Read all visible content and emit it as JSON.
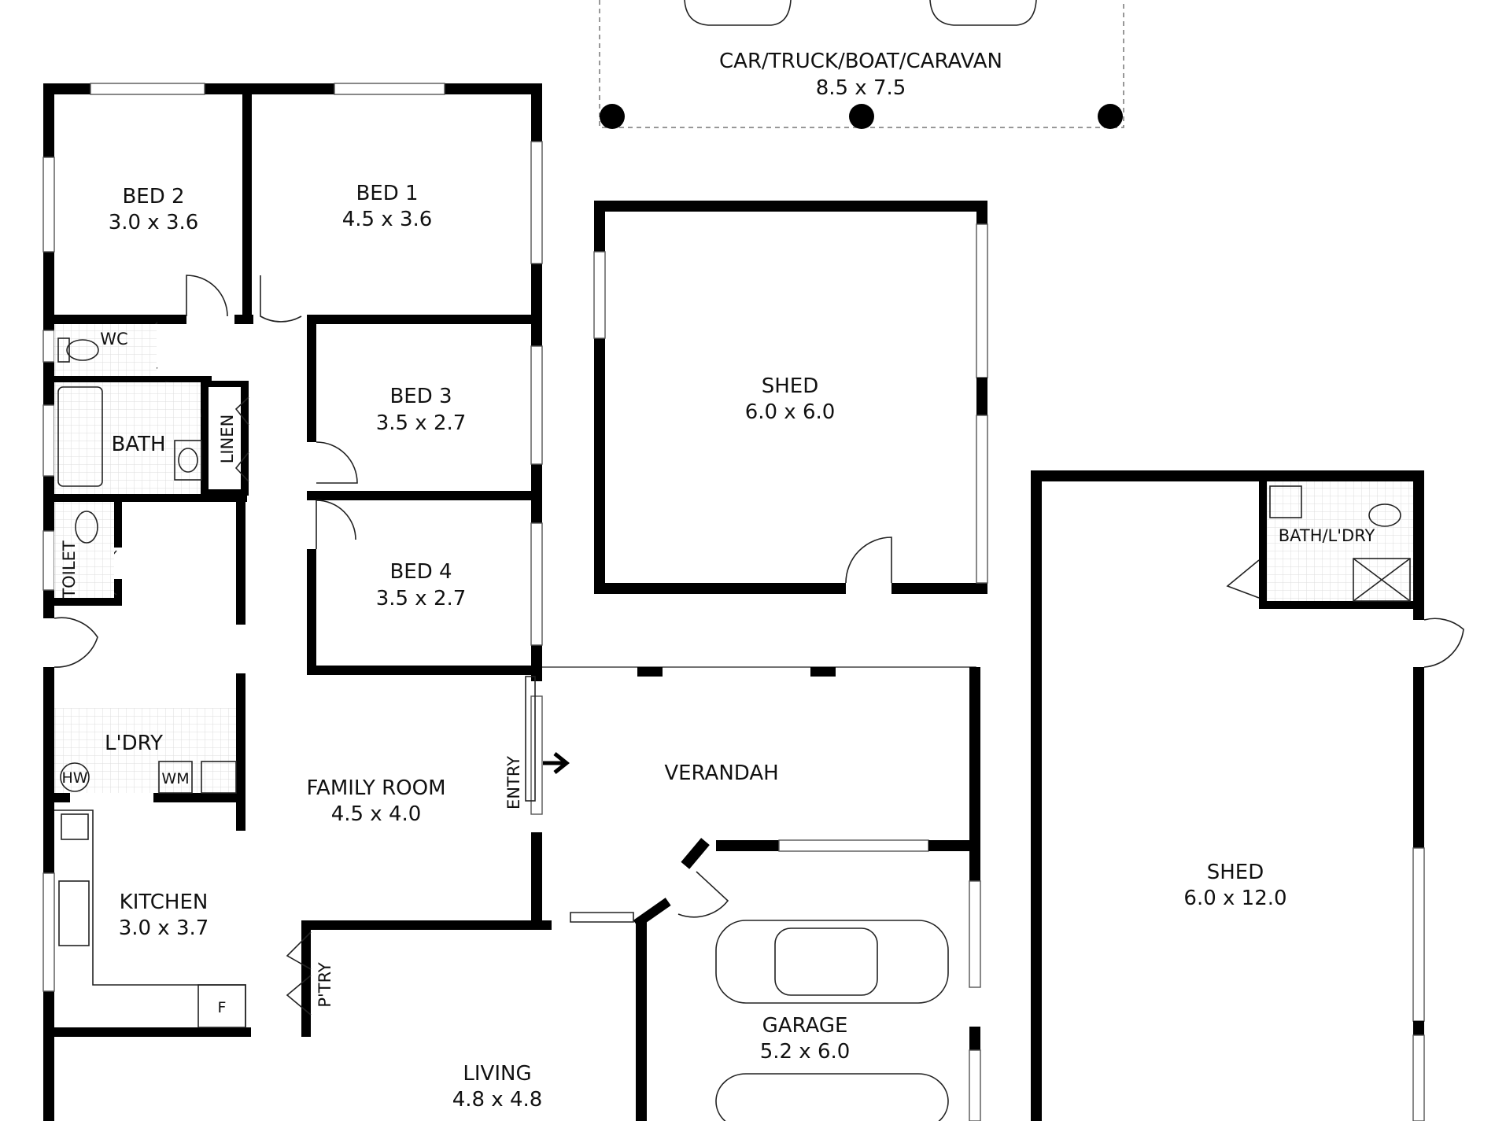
{
  "rooms": {
    "carport": {
      "name": "CAR/TRUCK/BOAT/CARAVAN",
      "dims": "8.5 x 7.5"
    },
    "bed2": {
      "name": "BED 2",
      "dims": "3.0 x 3.6"
    },
    "bed1": {
      "name": "BED 1",
      "dims": "4.5 x 3.6"
    },
    "bed3": {
      "name": "BED 3",
      "dims": "3.5 x 2.7"
    },
    "bed4": {
      "name": "BED 4",
      "dims": "3.5 x 2.7"
    },
    "shed_small": {
      "name": "SHED",
      "dims": "6.0 x 6.0"
    },
    "shed_large": {
      "name": "SHED",
      "dims": "6.0 x 12.0"
    },
    "family": {
      "name": "FAMILY ROOM",
      "dims": "4.5 x 4.0"
    },
    "kitchen": {
      "name": "KITCHEN",
      "dims": "3.0 x 3.7"
    },
    "living": {
      "name": "LIVING",
      "dims": "4.8 x 4.8"
    },
    "garage": {
      "name": "GARAGE",
      "dims": "5.2 x 6.0"
    },
    "verandah": {
      "name": "VERANDAH"
    }
  },
  "labels": {
    "wc": "WC",
    "bath": "BATH",
    "linen": "LINEN",
    "toilet": "TOILET",
    "laundry": "L'DRY",
    "entry": "ENTRY",
    "pantry": "P'TRY",
    "bath_laundry": "BATH/L'DRY",
    "hot_water": "HW",
    "washing_machine": "WM",
    "fridge": "F"
  }
}
